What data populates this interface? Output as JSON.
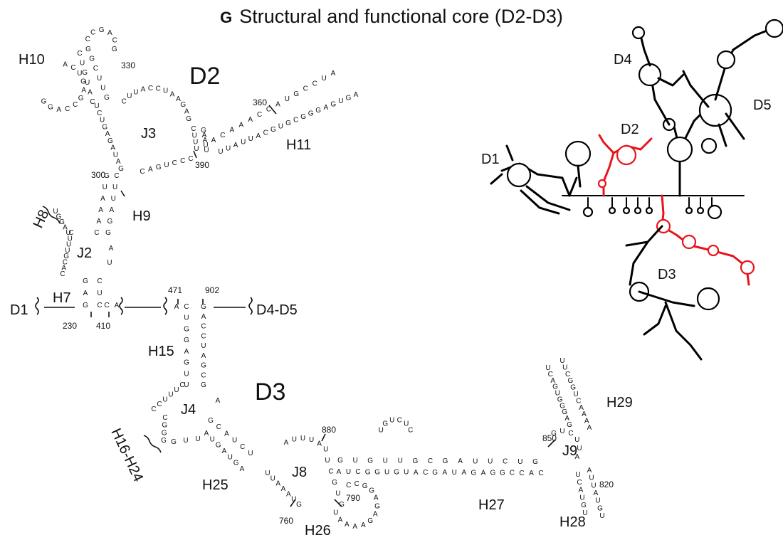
{
  "figure": {
    "panel_letter": "G",
    "title": "Structural and functional core (D2-D3)"
  },
  "domains": {
    "d2": "D2",
    "d3": "D3"
  },
  "helices": {
    "h7": "H7",
    "h8": "H8",
    "h9": "H9",
    "h10": "H10",
    "h11": "H11",
    "h15": "H15",
    "h16_24": "H16-H24",
    "h25": "H25",
    "h26": "H26",
    "h27": "H27",
    "h28": "H28",
    "h29": "H29"
  },
  "junctions": {
    "j2": "J2",
    "j3": "J3",
    "j4": "J4",
    "j8": "J8",
    "j9": "J9"
  },
  "connections": {
    "left": "D1",
    "right": "D4-D5"
  },
  "positions": {
    "p230": "230",
    "p300": "300",
    "p330": "330",
    "p360": "360",
    "p390": "390",
    "p410": "410",
    "p471": "471",
    "p760": "760",
    "p790": "790",
    "p820": "820",
    "p850": "850",
    "p880": "880",
    "p902": "902"
  },
  "schematic": {
    "labels": {
      "d1": "D1",
      "d2": "D2",
      "d3": "D3",
      "d4": "D4",
      "d5": "D5"
    },
    "colors": {
      "highlight": "#e8141c",
      "base": "#000000"
    }
  },
  "sequences": {
    "h10_loop": "CCGACG",
    "h10_5p": "CUGUAC",
    "h10_3p": "GGCUUG",
    "h10_bulge": "ACUGAGCCAGG",
    "j3_loop": "CUUACCUAAGAG",
    "j3_left": "UCUGAGAUAG",
    "j3_bottom": "CAGUCCC",
    "h11_5p": "ACAAACCAUGCCUA",
    "h11_3p": "UUAUUACGUGCGGGAGUGA",
    "h11_stemL": "CUUU",
    "h11_stemR": "GAAUU",
    "h9_5p": "GUAAAC",
    "h9_3p": "CUUAGG",
    "h8": "UGGAU",
    "j2_left": "CUUUGCAC",
    "j2_right": "AU",
    "h7_5p": "GAG",
    "h7_3p": "CUC",
    "h7_junction": "CA",
    "h15_5p": "CUGGAGUU",
    "h15_3p": "GACCUAGCG",
    "h15_top": "A",
    "j4_left": "CUUUCC",
    "j4_right": "A",
    "h16_stem": "CGGG",
    "h16_bottom": "GUU",
    "h25_5p": "GCAUCU",
    "h25_3p": "AUGAUGA",
    "j8_loop": "AUUUAU",
    "j8_left": "UUAAAUG",
    "h26_loop": "CCGGAGAGAAAAU",
    "h26_stem": "UCGUG",
    "h27_5p": "GUGUUGCGAUUCUG",
    "h27_3p": "AUCGGUGUACGAUAGAGGCCAC",
    "h27_mid": "UGUCUC",
    "j9_loop": "GUCUUA",
    "h29_5p": "UCAGUGGGAG",
    "h29_3p": "UUCGGUCAAAA",
    "h28_5p": "UCAUGU",
    "h28_3p": "AUUAUGU"
  }
}
